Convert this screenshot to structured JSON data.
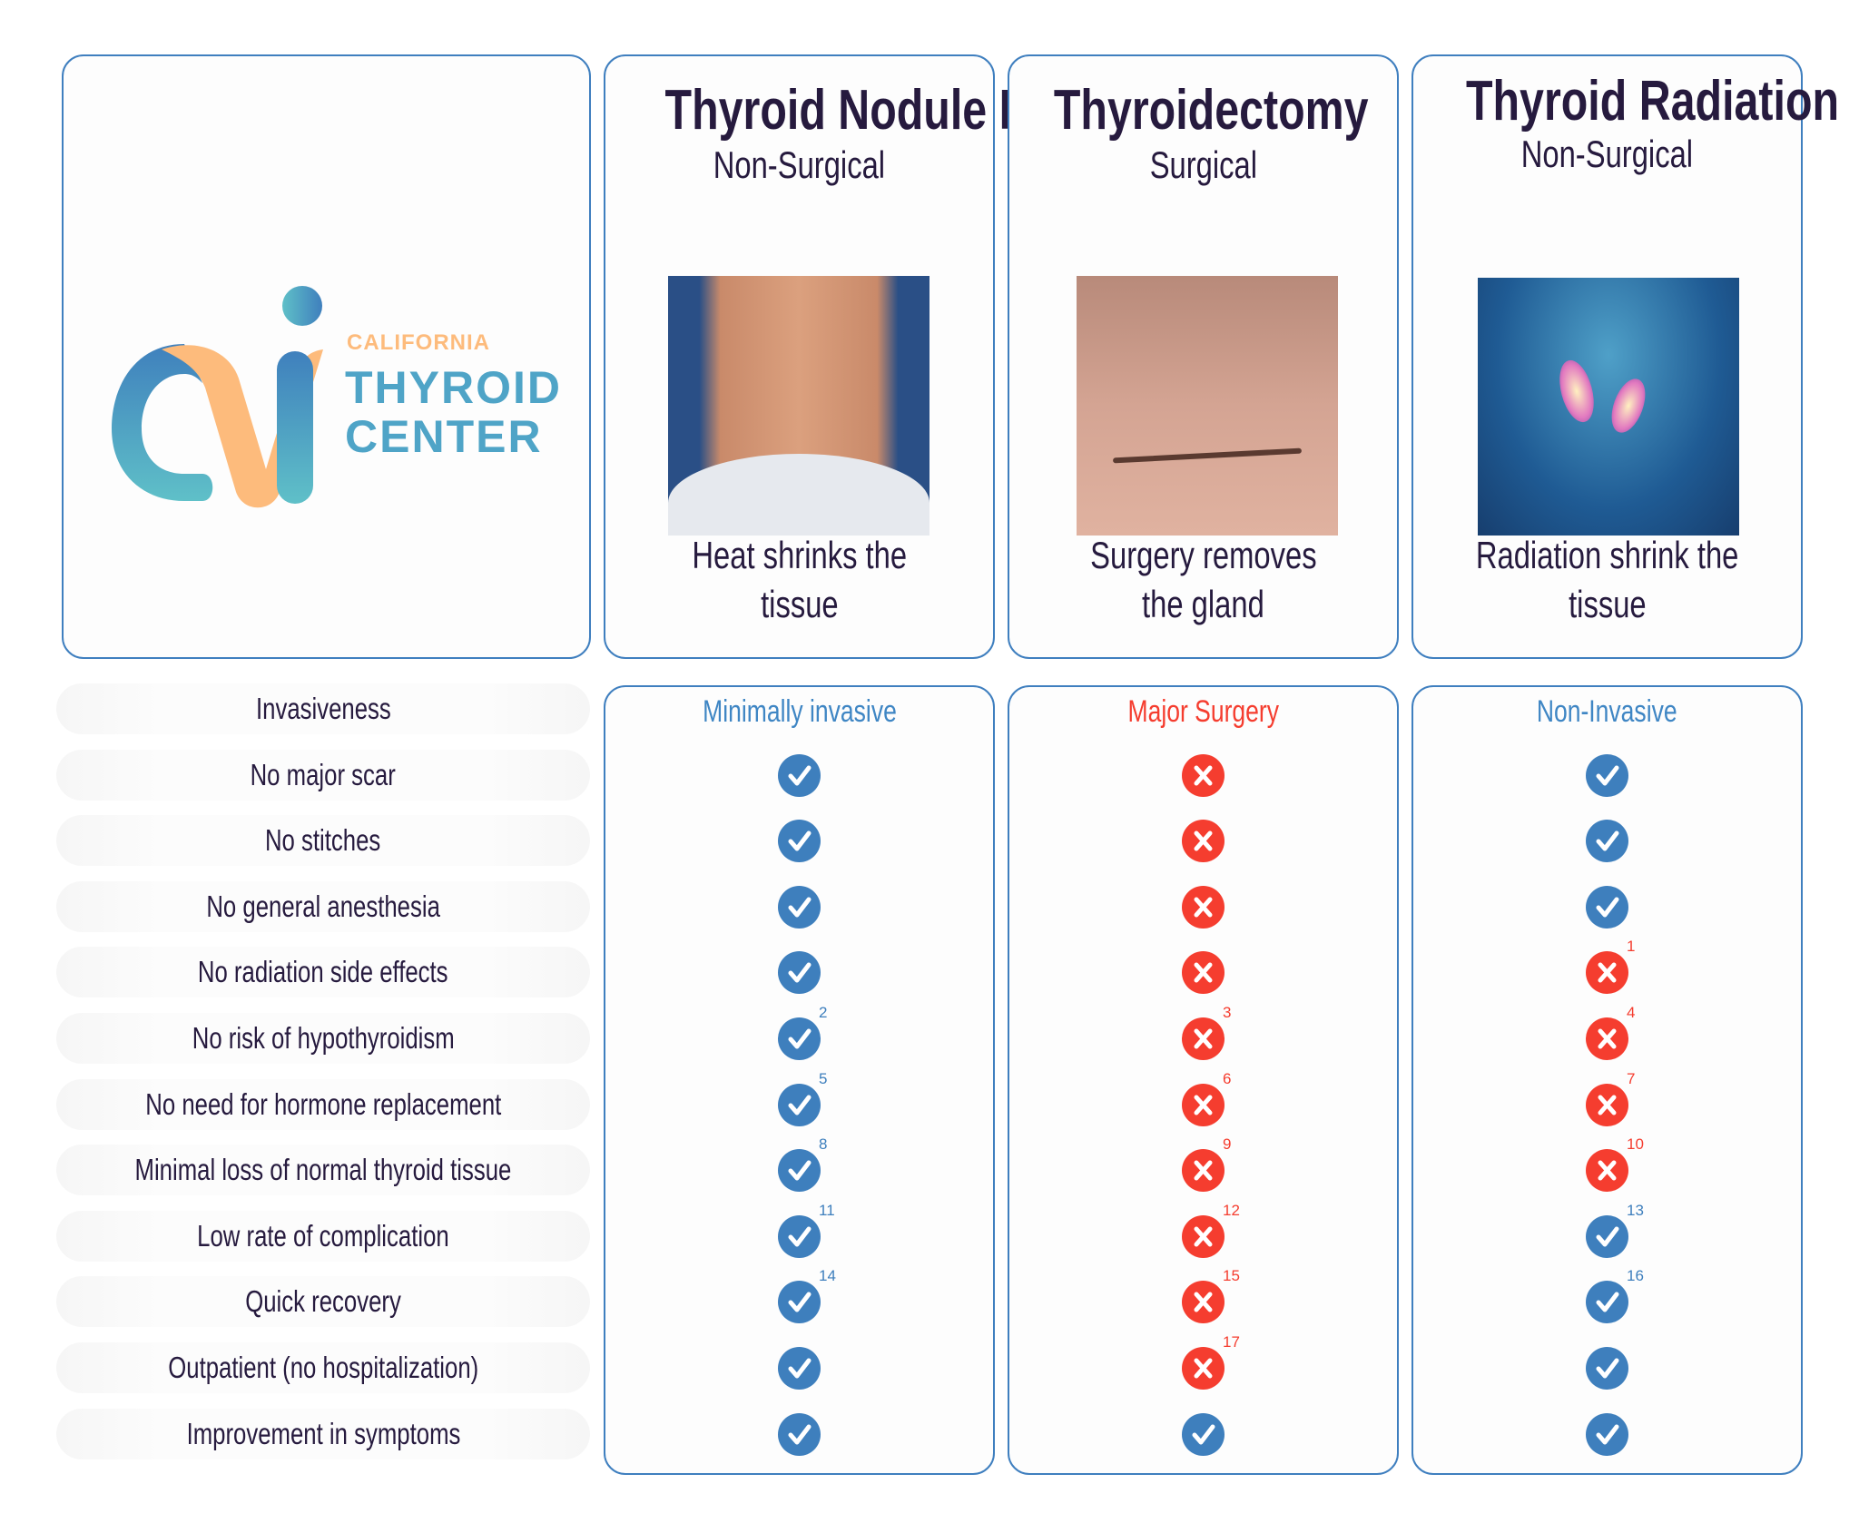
{
  "logo": {
    "line1": "CALIFORNIA",
    "line2": "THYROID",
    "line3": "CENTER"
  },
  "colors": {
    "check": "#3e7fbd",
    "cross": "#f53d2f",
    "blue_text": "#3f86c4",
    "red_text": "#f53d2f",
    "title": "#261a3e"
  },
  "treatments": [
    {
      "title": "Thyroid Nodule RFA",
      "subtitle": "Non-Surgical",
      "caption1": "Heat shrinks the",
      "caption2": "tissue",
      "invasiveness": "Minimally invasive",
      "invasiveness_color": "blue"
    },
    {
      "title": "Thyroidectomy",
      "subtitle": "Surgical",
      "caption1": "Surgery removes",
      "caption2": "the gland",
      "invasiveness": "Major Surgery",
      "invasiveness_color": "red"
    },
    {
      "title": "Thyroid Radiation",
      "subtitle": "Non-Surgical",
      "caption1": "Radiation shrink the",
      "caption2": "tissue",
      "invasiveness": "Non-Invasive",
      "invasiveness_color": "blue"
    }
  ],
  "criteria": [
    "Invasiveness",
    "No major scar",
    "No stitches",
    "No general anesthesia",
    "No radiation side effects",
    "No risk of hypothyroidism",
    "No need for hormone replacement",
    "Minimal loss of normal thyroid tissue",
    "Low rate of complication",
    "Quick recovery",
    "Outpatient (no hospitalization)",
    "Improvement in symptoms"
  ],
  "marks": [
    [
      {
        "v": "check",
        "ref": ""
      },
      {
        "v": "cross",
        "ref": ""
      },
      {
        "v": "check",
        "ref": ""
      }
    ],
    [
      {
        "v": "check",
        "ref": ""
      },
      {
        "v": "cross",
        "ref": ""
      },
      {
        "v": "check",
        "ref": ""
      }
    ],
    [
      {
        "v": "check",
        "ref": ""
      },
      {
        "v": "cross",
        "ref": ""
      },
      {
        "v": "check",
        "ref": ""
      }
    ],
    [
      {
        "v": "check",
        "ref": ""
      },
      {
        "v": "cross",
        "ref": ""
      },
      {
        "v": "cross",
        "ref": "1"
      }
    ],
    [
      {
        "v": "check",
        "ref": "2"
      },
      {
        "v": "cross",
        "ref": "3"
      },
      {
        "v": "cross",
        "ref": "4"
      }
    ],
    [
      {
        "v": "check",
        "ref": "5"
      },
      {
        "v": "cross",
        "ref": "6"
      },
      {
        "v": "cross",
        "ref": "7"
      }
    ],
    [
      {
        "v": "check",
        "ref": "8"
      },
      {
        "v": "cross",
        "ref": "9"
      },
      {
        "v": "cross",
        "ref": "10"
      }
    ],
    [
      {
        "v": "check",
        "ref": "11"
      },
      {
        "v": "cross",
        "ref": "12"
      },
      {
        "v": "check",
        "ref": "13"
      }
    ],
    [
      {
        "v": "check",
        "ref": "14"
      },
      {
        "v": "cross",
        "ref": "15"
      },
      {
        "v": "check",
        "ref": "16"
      }
    ],
    [
      {
        "v": "check",
        "ref": ""
      },
      {
        "v": "cross",
        "ref": "17"
      },
      {
        "v": "check",
        "ref": ""
      }
    ],
    [
      {
        "v": "check",
        "ref": ""
      },
      {
        "v": "check",
        "ref": ""
      },
      {
        "v": "check",
        "ref": ""
      }
    ]
  ]
}
